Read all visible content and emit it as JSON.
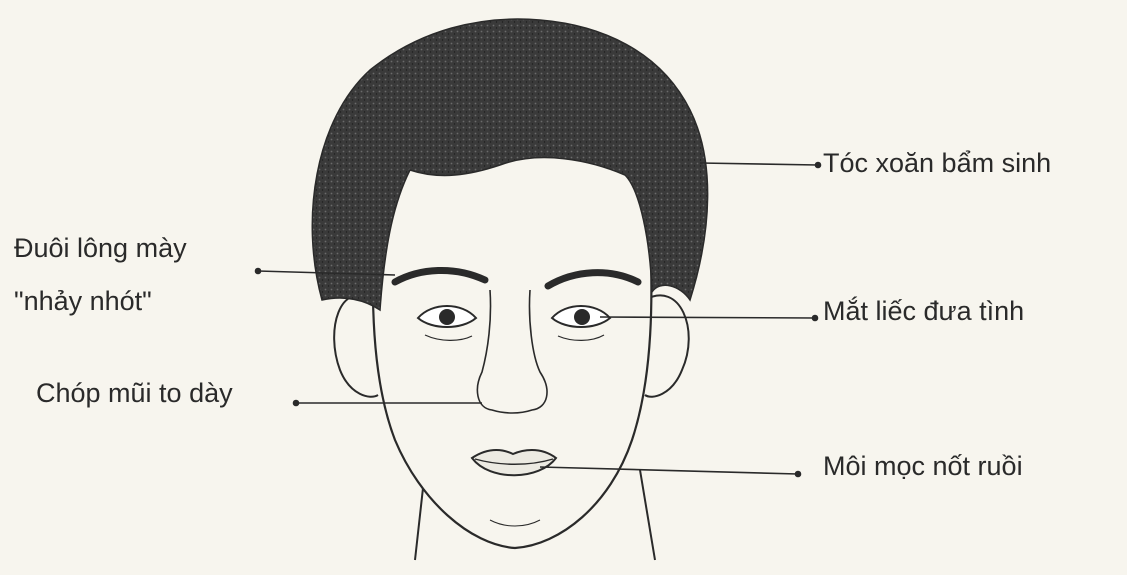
{
  "labels": {
    "hair": "Tóc xoăn bẩm sinh",
    "eyebrow_line1": "Đuôi lông mày",
    "eyebrow_line2": "\"nhảy nhót\"",
    "eyes": "Mắt liếc đưa tình",
    "nose": "Chóp mũi to dày",
    "lips": "Môi mọc nốt ruồi"
  },
  "colors": {
    "background": "#f7f5ee",
    "ink": "#2a2a2a",
    "hair": "#3a3a3a"
  }
}
